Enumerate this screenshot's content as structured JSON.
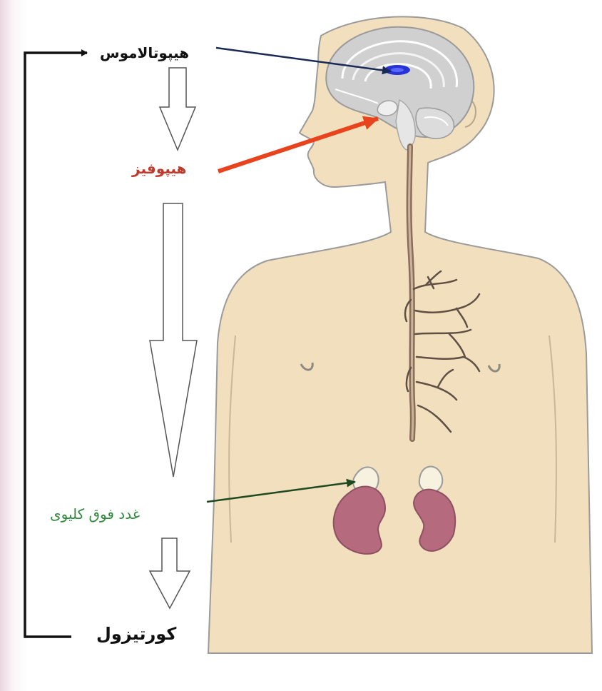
{
  "labels": {
    "hypothalamus": "هیپوتالاموس",
    "pituitary": "هیپوفیز",
    "adrenal": "غدد فوق کلیوی",
    "cortisol": "کورتیزول"
  },
  "colors": {
    "hypothalamus_label": "#111111",
    "pituitary_label": "#c0392b",
    "adrenal_label": "#2f8a3e",
    "cortisol_label": "#111111",
    "pointer_hypothalamus": "#1b2a55",
    "pointer_pituitary": "#e8431c",
    "pointer_adrenal": "#1f4a20",
    "skin": "#f1dfbd",
    "kidney": "#b66a7e",
    "brain": "#cfcfcf",
    "hypothalamus_region": "#2633d6"
  }
}
